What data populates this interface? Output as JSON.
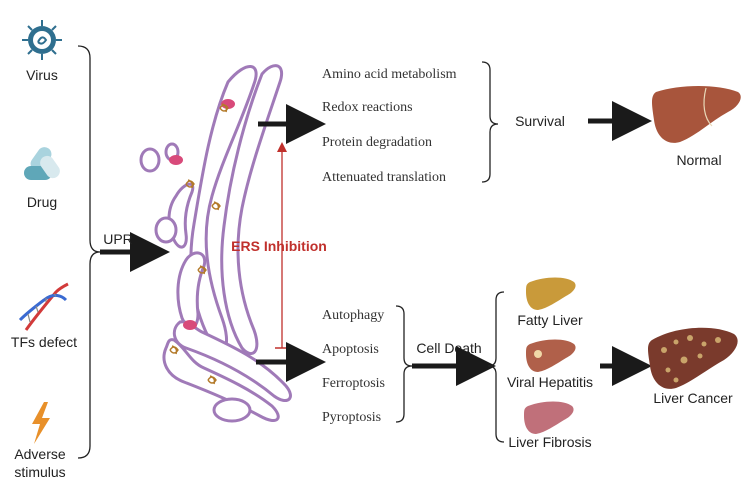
{
  "stimuli": {
    "virus": "Virus",
    "drug": "Drug",
    "tfs_defect": "TFs defect",
    "adverse_line1": "Adverse",
    "adverse_line2": "stimulus"
  },
  "upr_label": "UPR",
  "inhibition_label": "ERS Inhibition",
  "survival_pathways": [
    "Amino acid metabolism",
    "Redox reactions",
    "Protein degradation",
    "Attenuated translation"
  ],
  "survival_label": "Survival",
  "normal_label": "Normal",
  "death_pathways": [
    "Autophagy",
    "Apoptosis",
    "Ferroptosis",
    "Pyroptosis"
  ],
  "cell_death_label": "Cell Death",
  "liver_diseases": [
    "Fatty Liver",
    "Viral Hepatitis",
    "Liver Fibrosis"
  ],
  "liver_cancer_label": "Liver Cancer",
  "colors": {
    "arrow": "#1a1a1a",
    "inhibition": "#c0302c",
    "er_membrane": "#a07ab8",
    "virus": "#2f6f8f",
    "normal_liver": "#a8553c",
    "fatty_liver": "#c99a3a",
    "hepatitis_liver": "#b0604a",
    "fibrosis_liver": "#c0707a",
    "cancer_liver": "#7a3a2c",
    "dna_red": "#d23a3a",
    "dna_blue": "#3a6ad2",
    "lightning": "#e8902a"
  }
}
